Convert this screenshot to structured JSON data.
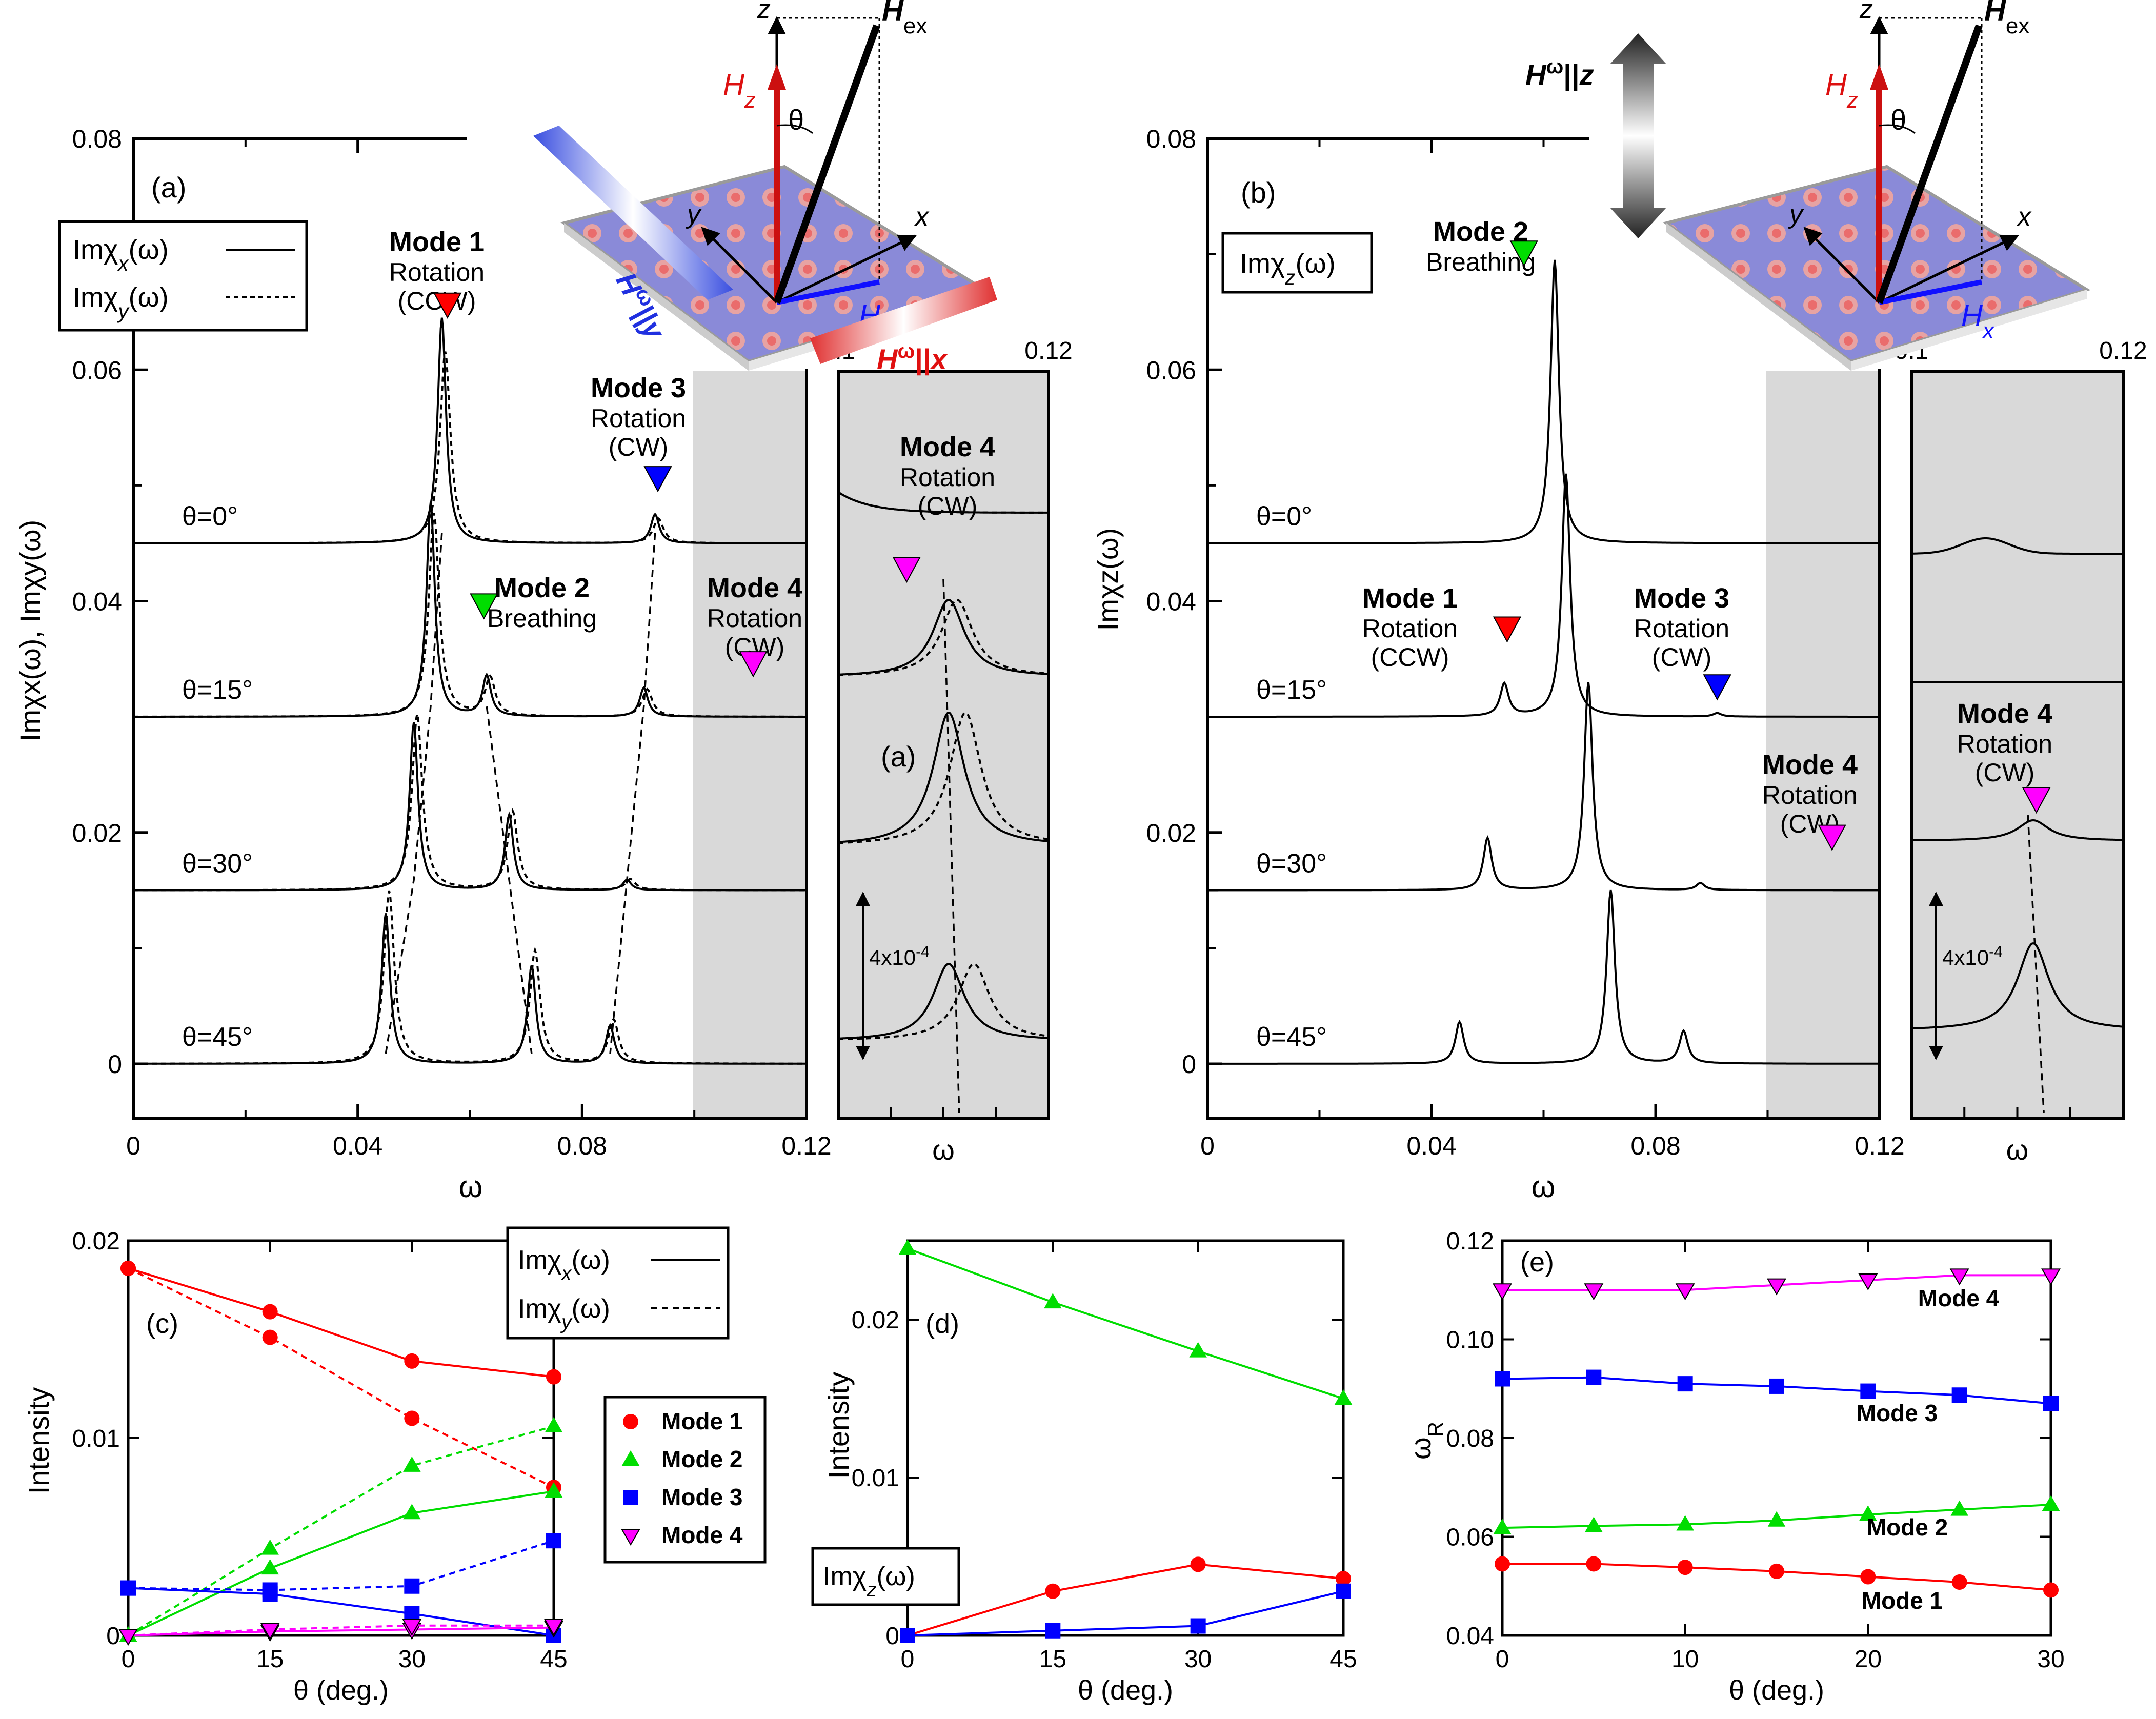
{
  "figure": {
    "panels": {
      "a": {
        "label": "(a)",
        "inset_label": "(a)",
        "xlabel": "ω",
        "ylabel": "Imχx(ω), Imχy(ω)",
        "inset_xlabel": "ω",
        "yticks": [
          "0",
          "0.02",
          "0.04",
          "0.06",
          "0.08"
        ],
        "xticks": [
          "0",
          "0.04",
          "0.08",
          "0.12"
        ],
        "inset_xticks": [
          "0.1",
          "0.12"
        ],
        "legend": [
          "Imχx(ω)",
          "Imχy(ω)"
        ],
        "curve_labels": [
          "θ=0°",
          "θ=15°",
          "θ=30°",
          "θ=45°"
        ],
        "scale_bar": "4x10-4",
        "annotations": [
          {
            "title": "Mode 1",
            "lines": [
              "Rotation",
              "(CCW)"
            ],
            "color": "#ff0000"
          },
          {
            "title": "Mode 2",
            "lines": [
              "Breathing"
            ],
            "color": "#00dd00"
          },
          {
            "title": "Mode 3",
            "lines": [
              "Rotation",
              "(CW)"
            ],
            "color": "#0000ff"
          },
          {
            "title": "Mode 4",
            "lines": [
              "Rotation",
              "(CW)"
            ],
            "color": "#ff00ff"
          },
          {
            "title": "Mode 4",
            "lines": [
              "Rotation",
              "(CW)"
            ],
            "color": "#ff00ff"
          }
        ]
      },
      "b": {
        "label": "(b)",
        "xlabel": "ω",
        "ylabel": "Imχz(ω)",
        "inset_xlabel": "ω",
        "yticks": [
          "0",
          "0.02",
          "0.04",
          "0.06",
          "0.08"
        ],
        "xticks": [
          "0",
          "0.04",
          "0.08",
          "0.12"
        ],
        "inset_xticks": [
          "0.1",
          "0.12"
        ],
        "legend": [
          "Imχz(ω)"
        ],
        "curve_labels": [
          "θ=0°",
          "θ=15°",
          "θ=30°",
          "θ=45°"
        ],
        "scale_bar": "4x10-4",
        "annotations": [
          {
            "title": "Mode 2",
            "lines": [
              "Breathing"
            ],
            "color": "#00dd00"
          },
          {
            "title": "Mode 1",
            "lines": [
              "Rotation",
              "(CCW)"
            ],
            "color": "#ff0000"
          },
          {
            "title": "Mode 3",
            "lines": [
              "Rotation",
              "(CW)"
            ],
            "color": "#0000ff"
          },
          {
            "title": "Mode 4",
            "lines": [
              "Rotation",
              "(CW)"
            ],
            "color": "#ff00ff"
          },
          {
            "title": "Mode 4",
            "lines": [
              "Rotation",
              "(CW)"
            ],
            "color": "#ff00ff"
          }
        ]
      },
      "c": {
        "label": "(c)",
        "xlabel": "θ (deg.)",
        "ylabel": "Intensity",
        "xticks": [
          "0",
          "15",
          "30",
          "45"
        ],
        "yticks": [
          "0",
          "0.01",
          "0.02"
        ],
        "legend": [
          "Imχx(ω)",
          "Imχy(ω)"
        ]
      },
      "d": {
        "label": "(d)",
        "xlabel": "θ (deg.)",
        "ylabel": "Intensity",
        "xticks": [
          "0",
          "15",
          "30",
          "45"
        ],
        "yticks": [
          "0",
          "0.01",
          "0.02"
        ],
        "legend": [
          "Imχz(ω)"
        ]
      },
      "e": {
        "label": "(e)",
        "xlabel": "θ (deg.)",
        "ylabel": "ωR",
        "xticks": [
          "0",
          "10",
          "20",
          "30"
        ],
        "yticks": [
          "0.04",
          "0.06",
          "0.08",
          "0.10",
          "0.12"
        ]
      }
    },
    "mode_legend": [
      "Mode 1",
      "Mode 2",
      "Mode 3",
      "Mode 4"
    ],
    "mode_colors": [
      "#ff0000",
      "#00dd00",
      "#0000ff",
      "#ff00ff"
    ],
    "schematic_a": {
      "hex": "Hex",
      "hz": "Hz",
      "hx": "Hx",
      "theta": "θ",
      "x": "x",
      "y": "y",
      "z": "z",
      "h_omega_y": "Hω||y",
      "h_omega_x": "Hω||x"
    },
    "schematic_b": {
      "hex": "Hex",
      "hz": "Hz",
      "hx": "Hx",
      "theta": "θ",
      "x": "x",
      "y": "y",
      "z": "z",
      "h_omega_z": "Hω||z"
    }
  },
  "chart_data": [
    {
      "type": "line",
      "panel": "a",
      "xlabel": "ω",
      "ylabel": "Imχx(ω), Imχy(ω)",
      "xlim": [
        0,
        0.12
      ],
      "ylim": [
        -0.004,
        0.08
      ],
      "shaded_region": [
        0.1,
        0.12
      ],
      "curves": [
        {
          "label": "θ=0°",
          "offset": 0.045,
          "peaks": [
            [
              0.055,
              0.0195
            ],
            [
              0.093,
              0.0025
            ]
          ]
        },
        {
          "label": "θ=15°",
          "offset": 0.03,
          "peaks": [
            [
              0.053,
              0.0185
            ],
            [
              0.063,
              0.0035
            ],
            [
              0.091,
              0.0025
            ]
          ]
        },
        {
          "label": "θ=30°",
          "offset": 0.015,
          "peaks": [
            [
              0.05,
              0.0145
            ],
            [
              0.067,
              0.0065
            ],
            [
              0.088,
              0.0009
            ]
          ]
        },
        {
          "label": "θ=45°",
          "offset": 0.0,
          "peaks": [
            [
              0.045,
              0.013
            ],
            [
              0.071,
              0.0085
            ],
            [
              0.085,
              0.0033
            ]
          ]
        }
      ],
      "mode_frequencies": {
        "Mode 1": {
          "theta0": 0.055,
          "theta15": 0.053,
          "theta30": 0.05,
          "theta45": 0.045
        },
        "Mode 2": {
          "theta15": 0.063,
          "theta30": 0.067,
          "theta45": 0.071
        },
        "Mode 3": {
          "theta0": 0.093,
          "theta15": 0.091,
          "theta30": 0.088,
          "theta45": 0.085
        },
        "Mode 4": {
          "theta15": 0.111
        }
      }
    },
    {
      "type": "line",
      "panel": "b",
      "xlabel": "ω",
      "ylabel": "Imχz(ω)",
      "xlim": [
        0,
        0.12
      ],
      "ylim": [
        -0.004,
        0.08
      ],
      "shaded_region": [
        0.1,
        0.12
      ],
      "curves": [
        {
          "label": "θ=0°",
          "offset": 0.045,
          "peaks": [
            [
              0.062,
              0.0245
            ]
          ]
        },
        {
          "label": "θ=15°",
          "offset": 0.03,
          "peaks": [
            [
              0.053,
              0.0028
            ],
            [
              0.064,
              0.021
            ],
            [
              0.091,
              0.0003
            ]
          ]
        },
        {
          "label": "θ=30°",
          "offset": 0.015,
          "peaks": [
            [
              0.05,
              0.0045
            ],
            [
              0.068,
              0.018
            ],
            [
              0.088,
              0.0006
            ]
          ]
        },
        {
          "label": "θ=45°",
          "offset": 0.0,
          "peaks": [
            [
              0.045,
              0.0036
            ],
            [
              0.072,
              0.015
            ],
            [
              0.085,
              0.0028
            ]
          ]
        }
      ],
      "mode_frequencies": {
        "Mode 1": {
          "theta15": 0.053
        },
        "Mode 2": {
          "theta0": 0.062
        },
        "Mode 3": {
          "theta15": 0.091
        },
        "Mode 4": {
          "theta30": 0.111
        }
      }
    },
    {
      "type": "line",
      "panel": "c",
      "xlabel": "θ (deg.)",
      "ylabel": "Intensity",
      "xlim": [
        0,
        45
      ],
      "ylim": [
        0,
        0.02
      ],
      "x": [
        0,
        15,
        30,
        45
      ],
      "series": [
        {
          "name": "Mode 1",
          "component": "Imχx(ω)",
          "style": "solid",
          "color": "#ff0000",
          "marker": "circle",
          "values": [
            0.0186,
            0.0164,
            0.0139,
            0.0131
          ]
        },
        {
          "name": "Mode 1",
          "component": "Imχy(ω)",
          "style": "dashed",
          "color": "#ff0000",
          "marker": "circle",
          "values": [
            0.0186,
            0.0151,
            0.011,
            0.0075
          ]
        },
        {
          "name": "Mode 2",
          "component": "Imχx(ω)",
          "style": "solid",
          "color": "#00dd00",
          "marker": "triangle-up",
          "values": [
            0.0,
            0.0034,
            0.0062,
            0.0073
          ]
        },
        {
          "name": "Mode 2",
          "component": "Imχy(ω)",
          "style": "dashed",
          "color": "#00dd00",
          "marker": "triangle-up",
          "values": [
            0.0,
            0.0044,
            0.0086,
            0.0106
          ]
        },
        {
          "name": "Mode 3",
          "component": "Imχx(ω)",
          "style": "solid",
          "color": "#0000ff",
          "marker": "square",
          "values": [
            0.0024,
            0.0021,
            0.0011,
            0.0
          ]
        },
        {
          "name": "Mode 3",
          "component": "Imχy(ω)",
          "style": "dashed",
          "color": "#0000ff",
          "marker": "square",
          "values": [
            0.0024,
            0.0023,
            0.0025,
            0.0048
          ]
        },
        {
          "name": "Mode 4",
          "component": "Imχx(ω)",
          "style": "solid",
          "color": "#ff00ff",
          "marker": "triangle-down",
          "values": [
            0.0,
            0.0002,
            0.0003,
            0.0004
          ]
        },
        {
          "name": "Mode 4",
          "component": "Imχy(ω)",
          "style": "dashed",
          "color": "#ff00ff",
          "marker": "triangle-down",
          "values": [
            0.0,
            0.0003,
            0.0005,
            0.0005
          ]
        }
      ]
    },
    {
      "type": "line",
      "panel": "d",
      "xlabel": "θ (deg.)",
      "ylabel": "Intensity",
      "xlim": [
        0,
        45
      ],
      "ylim": [
        0,
        0.025
      ],
      "x": [
        0,
        15,
        30,
        45
      ],
      "series": [
        {
          "name": "Mode 2",
          "color": "#00dd00",
          "marker": "triangle-up",
          "values": [
            0.0245,
            0.0211,
            0.018,
            0.015
          ]
        },
        {
          "name": "Mode 1",
          "color": "#ff0000",
          "marker": "circle",
          "values": [
            0.0,
            0.0028,
            0.0045,
            0.0036
          ]
        },
        {
          "name": "Mode 3",
          "color": "#0000ff",
          "marker": "square",
          "values": [
            0.0,
            0.0003,
            0.0006,
            0.0028
          ]
        }
      ]
    },
    {
      "type": "line",
      "panel": "e",
      "xlabel": "θ (deg.)",
      "ylabel": "ωR",
      "xlim": [
        0,
        30
      ],
      "ylim": [
        0.04,
        0.12
      ],
      "x": [
        0,
        5,
        10,
        15,
        20,
        25,
        30
      ],
      "series": [
        {
          "name": "Mode 4",
          "color": "#ff00ff",
          "marker": "triangle-down",
          "values": [
            0.11,
            0.11,
            0.11,
            0.111,
            0.112,
            0.113,
            0.113
          ]
        },
        {
          "name": "Mode 3",
          "color": "#0000ff",
          "marker": "square",
          "values": [
            0.092,
            0.0923,
            0.091,
            0.0905,
            0.0895,
            0.0887,
            0.087
          ]
        },
        {
          "name": "Mode 2",
          "color": "#00dd00",
          "marker": "triangle-up",
          "values": [
            0.0618,
            0.0622,
            0.0625,
            0.0633,
            0.0645,
            0.0655,
            0.0665
          ]
        },
        {
          "name": "Mode 1",
          "color": "#ff0000",
          "marker": "circle",
          "values": [
            0.0545,
            0.0545,
            0.0538,
            0.053,
            0.0519,
            0.0508,
            0.0492
          ]
        }
      ]
    }
  ]
}
